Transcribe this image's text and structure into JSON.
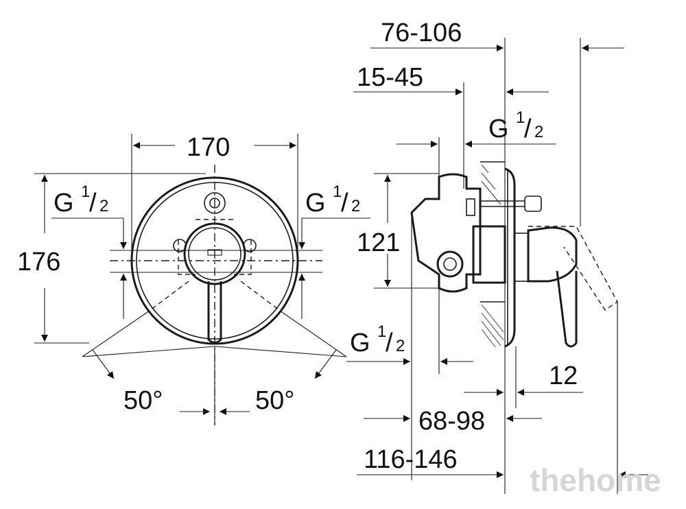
{
  "front_view": {
    "width_dim": "170",
    "height_dim": "176",
    "connection_left": {
      "base": "G",
      "num": "1",
      "slash": "/",
      "den": "2"
    },
    "connection_right": {
      "base": "G",
      "num": "1",
      "slash": "/",
      "den": "2"
    },
    "angle_left": "50°",
    "angle_right": "50°"
  },
  "side_view": {
    "dim_top_overall": "76-106",
    "dim_top_inner": "15-45",
    "connection_top": {
      "base": "G",
      "num": "1",
      "slash": "/",
      "den": "2"
    },
    "dim_height": "121",
    "connection_bottom": {
      "base": "G",
      "num": "1",
      "slash": "/",
      "den": "2"
    },
    "dim_offset": "12",
    "dim_depth_inner": "68-98",
    "dim_depth_overall": "116-146"
  },
  "watermark": "thehome"
}
